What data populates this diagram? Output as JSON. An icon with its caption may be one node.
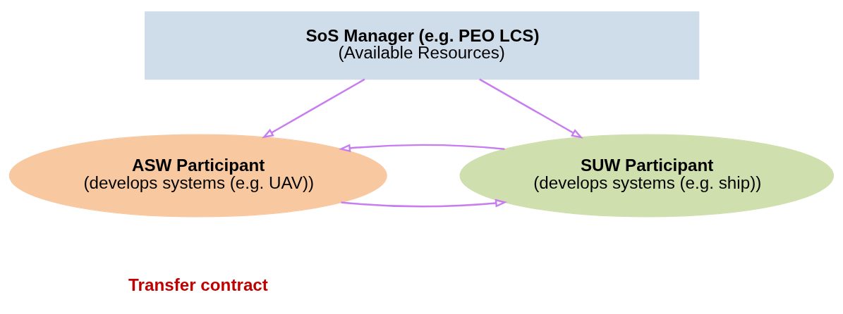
{
  "diagram": {
    "nodes": [
      {
        "text": [
          "SoS Manager (e.g. PEO LCS)",
          "(Available Resources)"
        ]
      },
      {
        "text": [
          "ASW Participant",
          "(develops systems (e.g. UAV))"
        ]
      },
      {
        "text": [
          "SUW Participant",
          "(develops systems (e.g. ship))"
        ]
      }
    ],
    "edges": [
      {
        "from": 0,
        "to": 1,
        "arrow": "to"
      },
      {
        "from": 0,
        "to": 2,
        "arrow": "to"
      },
      {
        "from": 1,
        "to": 2,
        "arrow": "to"
      },
      {
        "from": 2,
        "to": 1,
        "arrow": "to"
      }
    ],
    "labels": [
      "Transfer contract"
    ]
  }
}
